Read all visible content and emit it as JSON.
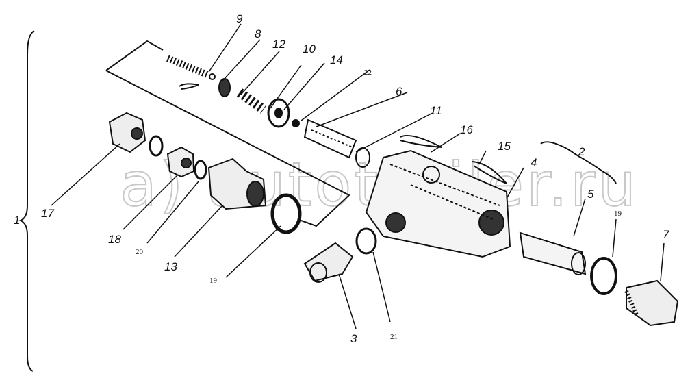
{
  "diagram": {
    "type": "exploded-parts-view",
    "watermark": "a)autotrailer.ru",
    "labels": [
      "1",
      "2",
      "3",
      "4",
      "5",
      "6",
      "7",
      "8",
      "9",
      "10",
      "11",
      "12",
      "13",
      "14",
      "15",
      "16",
      "17",
      "18",
      "19",
      "19",
      "20",
      "21",
      "22"
    ]
  }
}
